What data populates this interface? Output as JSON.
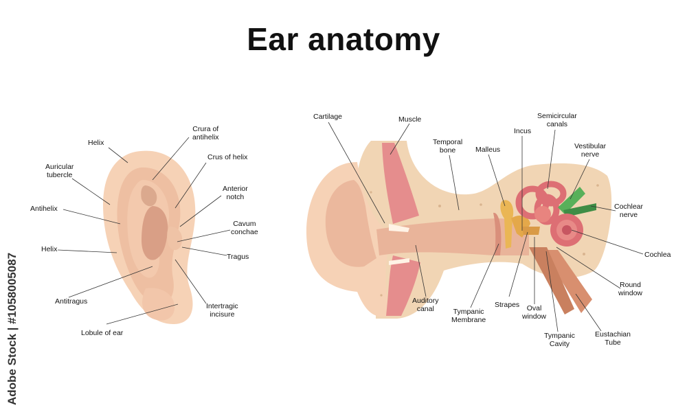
{
  "title": "Ear anatomy",
  "stock_id": "Adobe Stock | #1058005087",
  "colors": {
    "skin": "#f6d2b6",
    "skin_dark": "#e7b296",
    "bone": "#f0d3b2",
    "muscle": "#e58d8d",
    "cochlea": "#dd6f74",
    "nerve": "#58b05a",
    "ossicle": "#eab655"
  },
  "outer_ear_labels": {
    "helix_top": "Helix",
    "auricular_tubercle": [
      "Auricular",
      "tubercle"
    ],
    "antihelix": "Antihelix",
    "helix_mid": "Helix",
    "antitragus": "Antitragus",
    "lobule": "Lobule of ear",
    "crura": [
      "Crura of",
      "antihelix"
    ],
    "crus_helix": "Crus of helix",
    "anterior_notch": [
      "Anterior",
      "notch"
    ],
    "cavum_conchae": [
      "Cavum",
      "conchae"
    ],
    "tragus": "Tragus",
    "intertragic": [
      "Intertragic",
      "incisure"
    ]
  },
  "inner_ear_labels": {
    "cartilage": "Cartilage",
    "muscle": "Muscle",
    "temporal_bone": [
      "Temporal",
      "bone"
    ],
    "malleus": "Malleus",
    "incus": "Incus",
    "semicircular": [
      "Semicircular",
      "canals"
    ],
    "vestibular": [
      "Vestibular",
      "nerve"
    ],
    "cochlear_nerve": [
      "Cochlear",
      "nerve"
    ],
    "cochlea": "Cochlea",
    "round_window": [
      "Round",
      "window"
    ],
    "eustachian": [
      "Eustachian",
      "Tube"
    ],
    "tympanic_cavity": [
      "Tympanic",
      "Cavity"
    ],
    "oval_window": [
      "Oval",
      "window"
    ],
    "strapes": "Strapes",
    "tympanic_membrane": [
      "Tympanic",
      "Membrane"
    ],
    "auditory_canal": [
      "Auditory",
      "canal"
    ]
  }
}
